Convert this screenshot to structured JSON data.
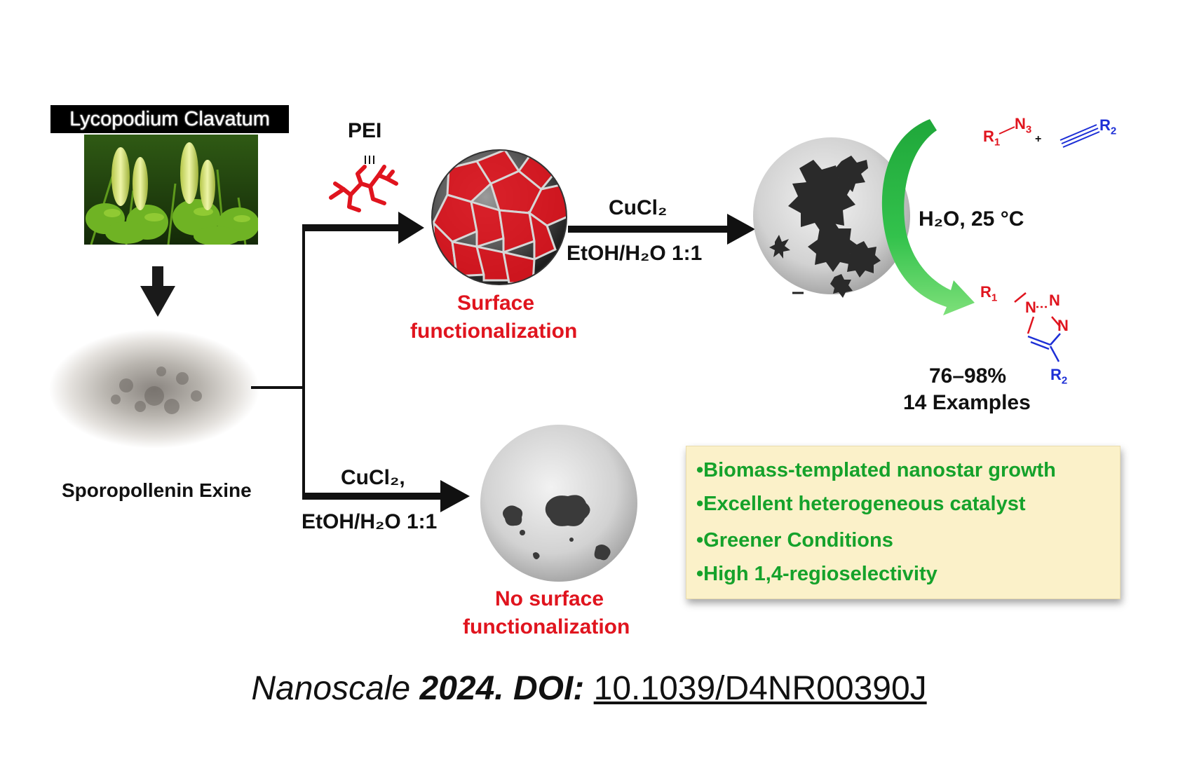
{
  "plant_label": "Lycopodium Clavatum",
  "powder_label": "Sporopollenin Exine",
  "pei_label": "PEI",
  "upper_branch": {
    "reagent": "CuCl₂",
    "solvent": "EtOH/H₂O 1:1",
    "result_line1": "Surface",
    "result_line2": "functionalization"
  },
  "lower_branch": {
    "reagent": "CuCl₂,",
    "solvent": "EtOH/H₂O 1:1",
    "result_line1": "No surface",
    "result_line2": "functionalization"
  },
  "reaction": {
    "conditions": "H₂O, 25 °C",
    "yield": "76–98%",
    "examples": "14 Examples",
    "reactant_azide_r": "R",
    "reactant_azide_r_sub": "1",
    "reactant_azide_n": "N",
    "reactant_azide_n_sub": "3",
    "plus": "+",
    "reactant_alkyne_r": "R",
    "reactant_alkyne_r_sub": "2",
    "product_r1": "R",
    "product_r1_sub": "1",
    "product_n1": "N",
    "product_n2": "N",
    "product_n3": "N",
    "product_r2": "R",
    "product_r2_sub": "2"
  },
  "features": [
    "•Biomass-templated nanostar growth",
    "•Excellent heterogeneous catalyst",
    "•Greener Conditions",
    "•High 1,4-regioselectivity"
  ],
  "citation": {
    "journal": "Nanoscale",
    "year": "2024.",
    "doi_label": "DOI:",
    "doi": "10.1039/D4NR00390J"
  },
  "colors": {
    "red": "#e0141e",
    "green": "#15a22b",
    "blue": "#1d2fd6",
    "box_bg": "#fbf1c9"
  }
}
